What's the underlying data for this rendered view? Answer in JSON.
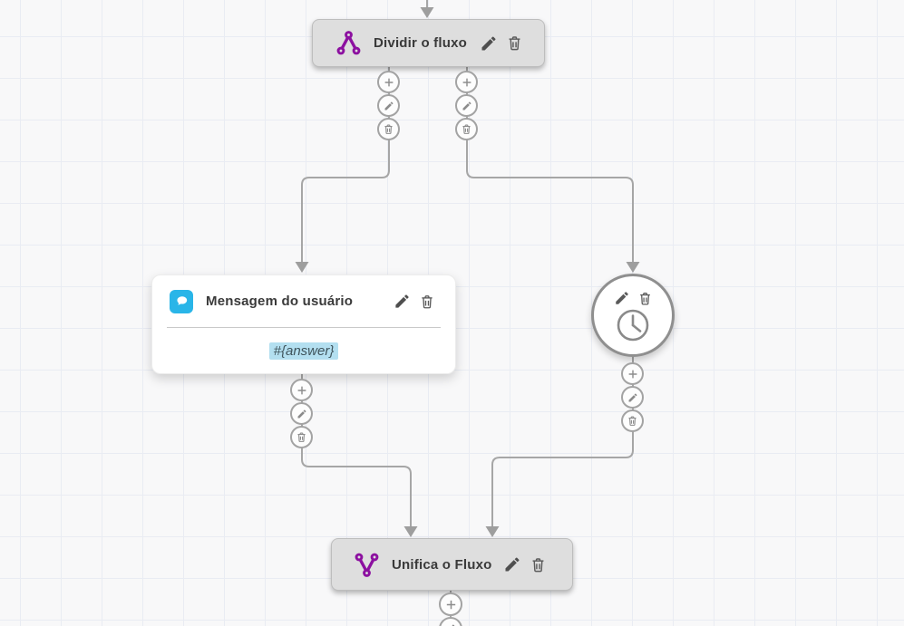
{
  "colors": {
    "canvas_bg": "#f8f8f9",
    "grid_line": "#e9ecf3",
    "node_bg": "#dedede",
    "node_border": "#bdbdbd",
    "accent_purple": "#8c10a0",
    "accent_blue": "#29b5e8",
    "connector_gray": "#a6a6a6",
    "highlight_blue_bg": "#b3dff0",
    "title_text": "#3a3a3a"
  },
  "icons": {
    "split": "split-flow-icon",
    "merge": "merge-flow-icon",
    "user_message": "chat-bubble-icon",
    "timer": "clock-icon",
    "edit": "pencil-icon",
    "delete": "trash-icon",
    "add": "plus-icon",
    "arrow": "arrowhead-down-icon"
  },
  "nodes": {
    "split": {
      "title": "Dividir o fluxo"
    },
    "user_message": {
      "title": "Mensagem do usuário",
      "body": "#{answer}"
    },
    "timer": {
      "type": "wait"
    },
    "merge": {
      "title": "Unifica o Fluxo"
    }
  }
}
